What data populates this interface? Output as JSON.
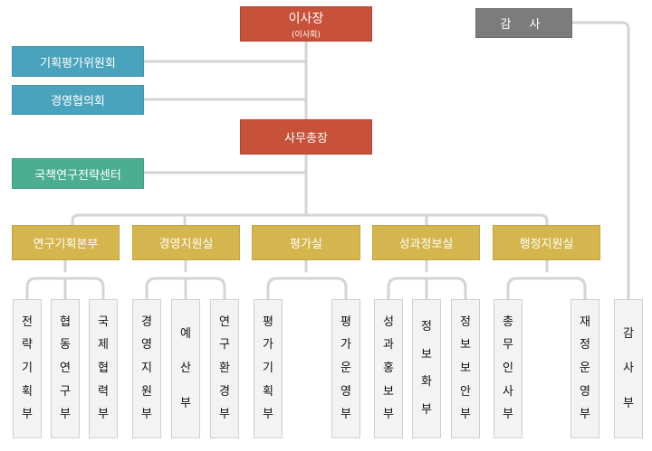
{
  "top": {
    "chairman": "이사장",
    "chairman_sub": "(이사회)",
    "auditor": "감 사"
  },
  "committees": [
    "기획평가위원회",
    "경영협의회"
  ],
  "secretary": "사무총장",
  "strategy_center": "국책연구전략센터",
  "divisions": [
    "연구기획본부",
    "경영지원실",
    "평가실",
    "성과정보실",
    "행정지원실"
  ],
  "departments": [
    "전략기획부",
    "협동연구부",
    "국제협력부",
    "경영지원부",
    "예산부",
    "연구환경부",
    "평가기획부",
    "평가운영부",
    "성과홍보부",
    "정보화부",
    "정보보안부",
    "총무인사부",
    "재정운영부",
    "감사부"
  ],
  "colors": {
    "red": "#c8513a",
    "gray": "#7c7c7c",
    "teal": "#4aa3bd",
    "green": "#4cae91",
    "gold": "#d4b54e",
    "line": "#d4d4d4",
    "leaf_bg": "#f3f3f3"
  }
}
